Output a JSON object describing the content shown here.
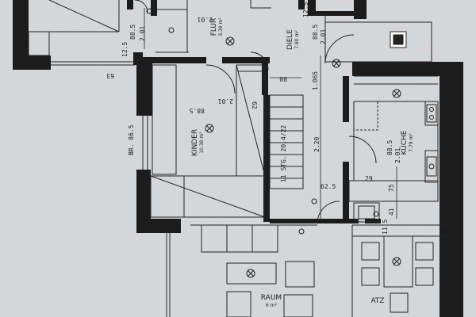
{
  "rooms": {
    "flur": {
      "name": "FLUR",
      "area": "3.39 m²"
    },
    "diele": {
      "name": "DIELE",
      "area": "7.80 m²"
    },
    "kinder": {
      "name": "KINDER",
      "area": "10.38 m²"
    },
    "kueche": {
      "name": "KÜCHE",
      "area": "7.79 m²"
    },
    "raum": {
      "name": "RAUM",
      "area": "6 m²"
    },
    "platz": {
      "name": "ATZ"
    }
  },
  "dimensions": {
    "flur_top": "2.01",
    "flur_left_a": "2.01",
    "flur_left_b": "88.5",
    "flur_left_c": "12.5",
    "diele_a": "2.01",
    "diele_b": "88.5",
    "diele_c": "12.5",
    "diele_d": "80",
    "diele_e": "1.065",
    "diele_f": "2.20",
    "kinder_a": "2.01",
    "kinder_b": "88.5",
    "kinder_c": "62",
    "kueche_a": "2.01",
    "kueche_b": "88.5",
    "kueche_c": "75",
    "kueche_d": "41",
    "kueche_e": "11.5",
    "kueche_f": "62.5",
    "kueche_g": "29",
    "top_left_a": "63",
    "br": "BR. 86.5",
    "stairs": "11 STG. 20.4/22"
  }
}
